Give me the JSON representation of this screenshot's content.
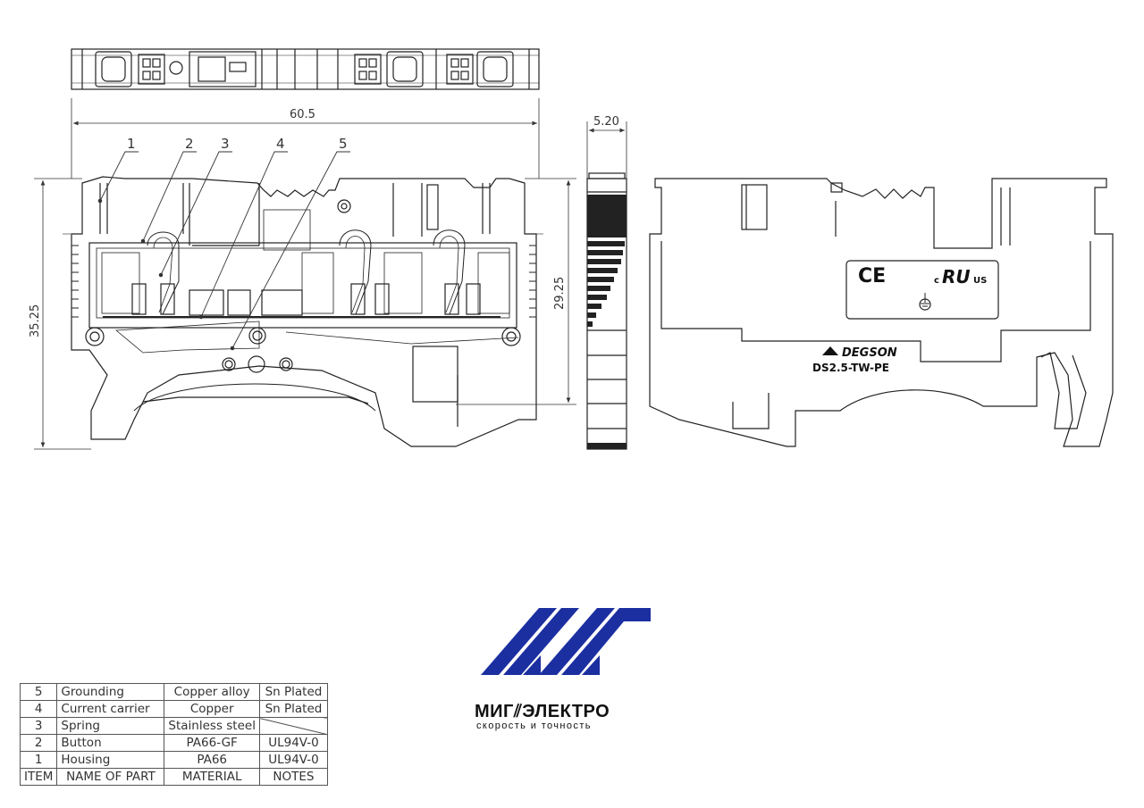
{
  "dimensions": {
    "width": "60.5",
    "depth": "5.20",
    "total_height": "35.25",
    "rail_height": "29.25"
  },
  "callouts": [
    "1",
    "2",
    "3",
    "4",
    "5"
  ],
  "side_view": {
    "cert_ce": "CE",
    "cert_ul_prefix": "c",
    "cert_ul": "RU",
    "cert_ul_suffix": "US",
    "brand": "DEGSON",
    "model": "DS2.5-TW-PE"
  },
  "bom": {
    "rows": [
      {
        "item": "5",
        "name": "Grounding",
        "material": "Copper alloy",
        "notes": "Sn Plated"
      },
      {
        "item": "4",
        "name": "Current carrier",
        "material": "Copper",
        "notes": "Sn Plated"
      },
      {
        "item": "3",
        "name": "Spring",
        "material": "Stainless steel",
        "notes": ""
      },
      {
        "item": "2",
        "name": "Button",
        "material": "PA66-GF",
        "notes": "UL94V-0"
      },
      {
        "item": "1",
        "name": "Housing",
        "material": "PA66",
        "notes": "UL94V-0"
      }
    ],
    "header": {
      "item": "ITEM",
      "name": "NAME OF PART",
      "material": "MATERIAL",
      "notes": "NOTES"
    }
  },
  "logo": {
    "name": "МИГ⫽ЭЛЕКТРО",
    "tagline": "скорость и точность",
    "color": "#1c2fa0"
  }
}
